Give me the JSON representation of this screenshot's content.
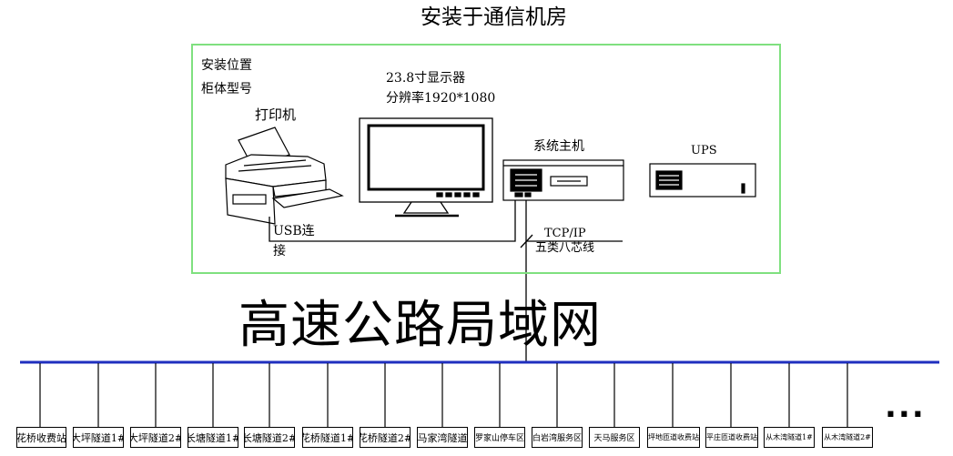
{
  "diagram": {
    "room_title": "安装于通信机房",
    "install_position": "安装位置",
    "cabinet_model": "柜体型号",
    "printer_label": "打印机",
    "monitor_spec_size": "23.8寸显示器",
    "monitor_spec_resolution": "分辨率1920*1080",
    "host_label": "系统主机",
    "ups_label": "UPS",
    "usb_label_line1": "USB连",
    "usb_label_line2": "接",
    "tcp_label": "TCP/IP",
    "cable_label": "五类八芯线",
    "lan_title": "高速公路局域网",
    "ellipsis": "...",
    "stations": [
      "花桥收费站",
      "大坪隧道1#",
      "大坪隧道2#",
      "长塘隧道1#",
      "长塘隧道2#",
      "花桥隧道1#",
      "花桥隧道2#",
      "马家湾隧道",
      "罗家山停车区",
      "白岩湾服务区",
      "天马服务区",
      "坪地匝道收费站",
      "平庄匝道收费站",
      "从木湾隧道1#",
      "从木湾隧道2#"
    ]
  },
  "colors": {
    "lan_bus": "#1f2fbf",
    "room_border": "#7fe07f"
  }
}
